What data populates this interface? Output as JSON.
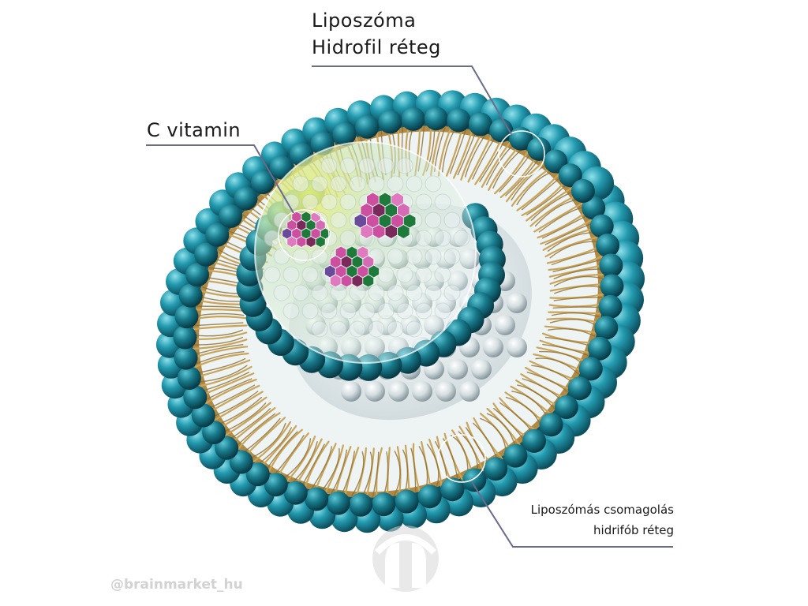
{
  "labels": {
    "liposome": "Liposzóma",
    "hydrophilic_layer": "Hidrofil réteg",
    "vitamin_c": "C vitamin",
    "packaging_line1": "Liposzómás csomagolás",
    "packaging_line2": "hidrifób réteg"
  },
  "watermark": {
    "handle": "@brainmarket_hu",
    "logo_icon": "brainmarket-logo-icon"
  },
  "colors": {
    "head_teal": "#176f80",
    "tail_gold": "#c9a55a",
    "molecule_pink": "#cc4fa0",
    "molecule_green": "#1e7a3a",
    "leader_line": "#6b6b8a"
  }
}
